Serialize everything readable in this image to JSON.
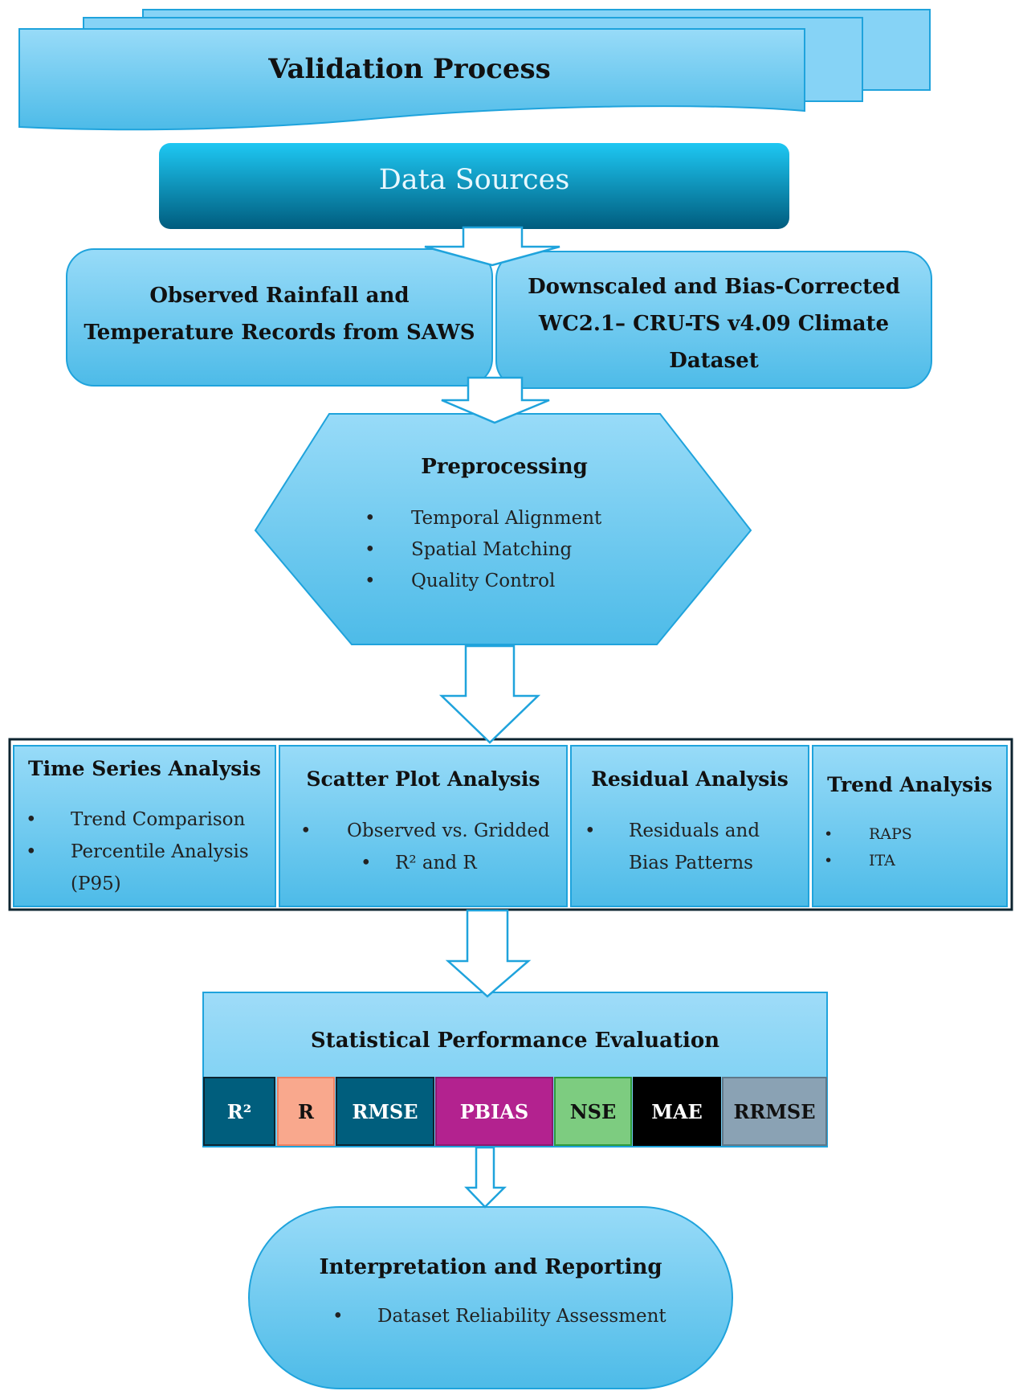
{
  "title": "Validation Process",
  "data_sources": "Data Sources",
  "source_left": "Observed Rainfall and Temperature Records from SAWS",
  "source_right": "Downscaled and Bias-Corrected WC2.1– CRU-TS v4.09 Climate Dataset",
  "preprocessing": {
    "title": "Preprocessing",
    "items": [
      "Temporal Alignment",
      "Spatial Matching",
      "Quality Control"
    ]
  },
  "analyses": [
    {
      "title": "Time Series Analysis",
      "items": [
        "Trend Comparison",
        "Percentile Analysis (P95)"
      ]
    },
    {
      "title": "Scatter Plot Analysis",
      "items": [
        "Observed vs. Gridded",
        "R² and R"
      ]
    },
    {
      "title": "Residual Analysis",
      "items": [
        "Residuals and Bias Patterns"
      ]
    },
    {
      "title": "Trend Analysis",
      "items": [
        "RAPS",
        "ITA"
      ]
    }
  ],
  "evaluation": {
    "title": "Statistical Performance Evaluation",
    "metrics": [
      {
        "label": "R²",
        "color": "#005e7d",
        "text": "#ffffff"
      },
      {
        "label": "R",
        "color": "#f9a88d",
        "text": "#111111"
      },
      {
        "label": "RMSE",
        "color": "#005e7d",
        "text": "#ffffff"
      },
      {
        "label": "PBIAS",
        "color": "#b3228f",
        "text": "#ffffff"
      },
      {
        "label": "NSE",
        "color": "#7dcc80",
        "text": "#111111"
      },
      {
        "label": "MAE",
        "color": "#000000",
        "text": "#ffffff"
      },
      {
        "label": "RRMSE",
        "color": "#8aa2b4",
        "text": "#111111"
      }
    ]
  },
  "reporting": {
    "title": "Interpretation and Reporting",
    "items": [
      "Dataset Reliability Assessment"
    ]
  },
  "colors": {
    "box_light": "#8fd6f7",
    "box_dark": "#4cbbe8",
    "stroke": "#1fa3dc",
    "header_top": "#1ec6f2",
    "header_bottom": "#005f80"
  }
}
